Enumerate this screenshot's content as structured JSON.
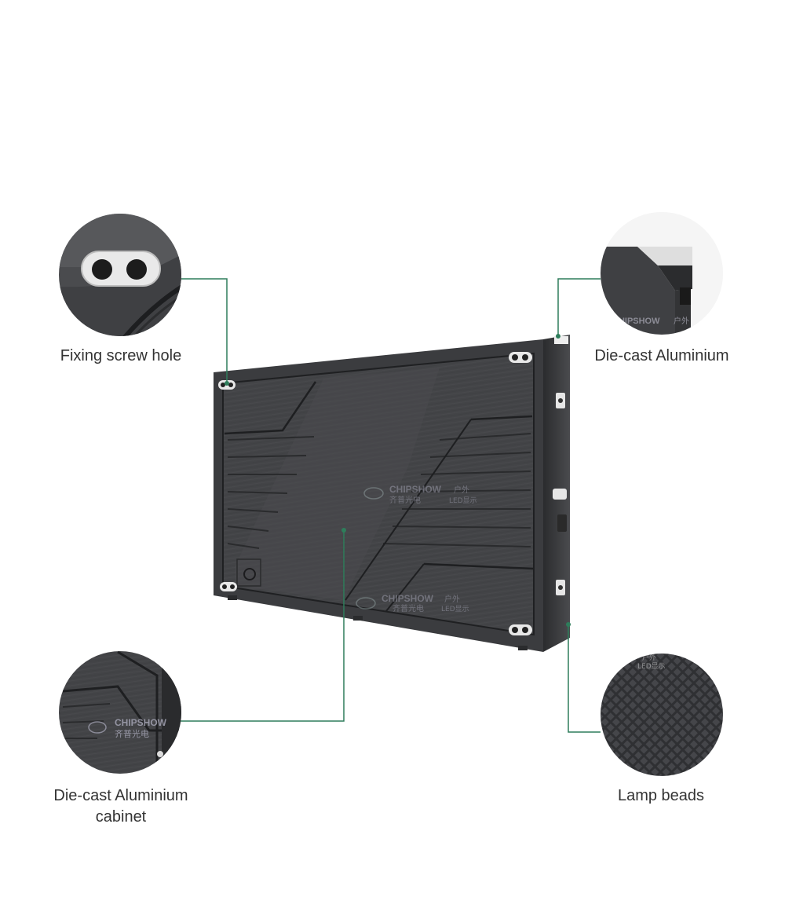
{
  "callouts": {
    "fixing_screw_hole": {
      "label": "Fixing screw hole"
    },
    "die_cast_aluminium": {
      "label": "Die-cast Aluminium"
    },
    "cabinet": {
      "label_line1": "Die-cast Aluminium",
      "label_line2": "cabinet"
    },
    "lamp_beads": {
      "label": "Lamp beads"
    }
  },
  "branding": {
    "logo_text": "CHIPSHOW",
    "logo_cn": "齐普光电",
    "tag_cn": "户外",
    "tag_cn2": "LED显示"
  },
  "colors": {
    "leader_line": "#2e7d5b",
    "panel_dark": "#3a3b3d",
    "panel_mid": "#47484b",
    "panel_edge": "#2a2b2d",
    "label_text": "#333333"
  }
}
